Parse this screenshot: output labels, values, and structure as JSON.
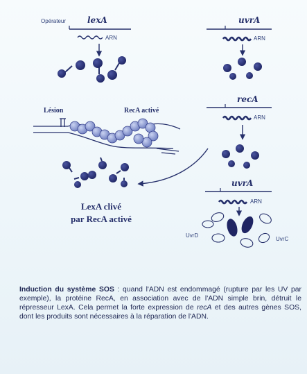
{
  "diagram": {
    "left": {
      "operator_label": "Opérateur",
      "gene": "lexA",
      "rna_label": "ARN",
      "lesion_label": "Lésion",
      "reca_label": "RecA activé",
      "product_line1": "LexA clivé",
      "product_line2": "par RecA activé"
    },
    "right": {
      "gene_top": "uvrA",
      "rna_top": "ARN",
      "gene_mid": "recA",
      "rna_mid": "ARN",
      "gene_bottom": "uvrA",
      "rna_bottom": "ARN",
      "protein_d": "UvrD",
      "protein_c": "UvrC"
    }
  },
  "caption": {
    "title": "Induction du système SOS",
    "text1": " : quand l'ADN est endommagé (rupture par les UV par exemple), la protéine RecA, en association avec de l'ADN simple brin, détruit le répresseur LexA. Cela permet la forte expression de ",
    "reca_italic": "recA",
    "text2": " et des autres gènes SOS, dont les produits sont nécessaires à la réparation de l'ADN."
  },
  "colors": {
    "ink": "#26306b",
    "protein": "#2a3275",
    "reca_ball": "#8e9bd0"
  }
}
